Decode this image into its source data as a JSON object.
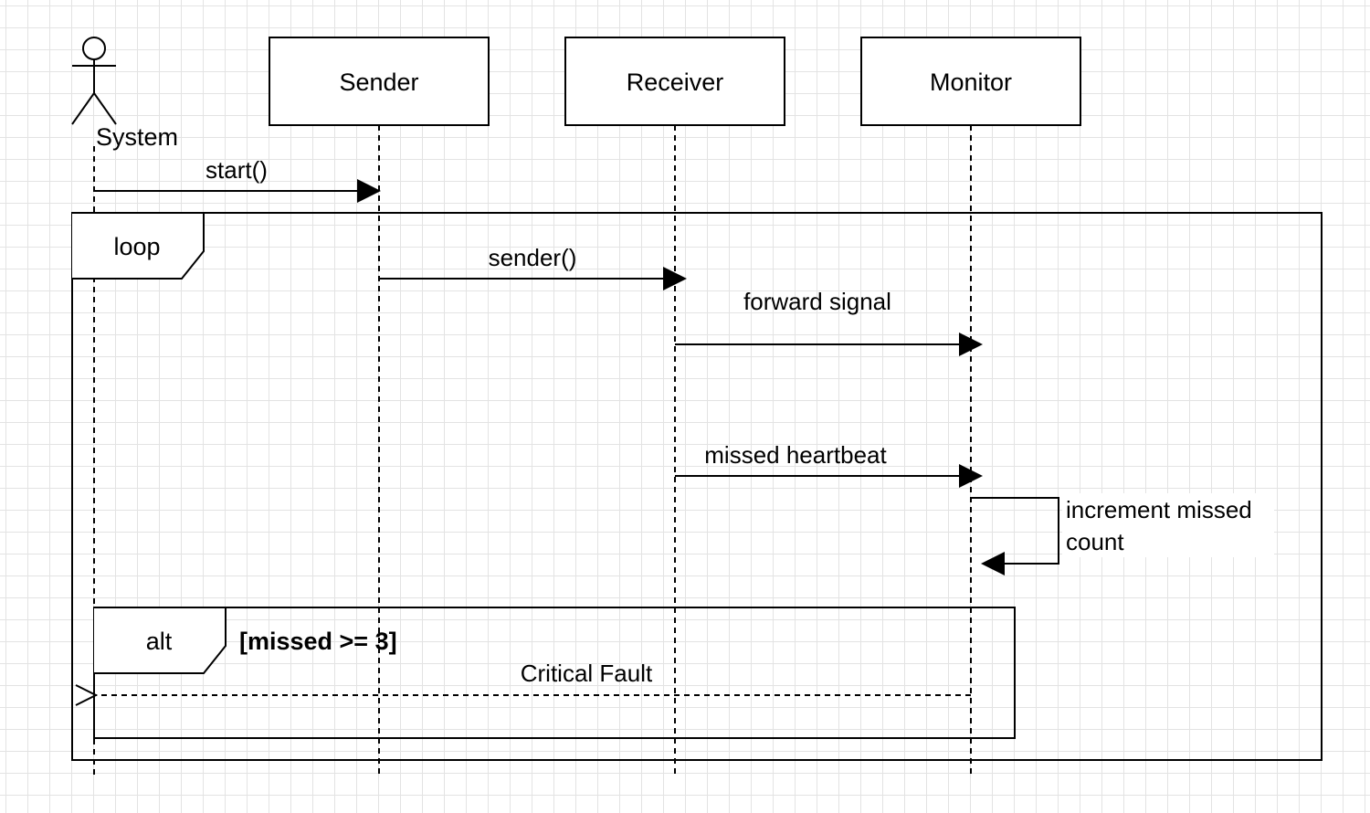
{
  "actor": {
    "label": "System"
  },
  "lifelines": {
    "sender": "Sender",
    "receiver": "Receiver",
    "monitor": "Monitor"
  },
  "fragments": {
    "loop": {
      "label": "loop"
    },
    "alt": {
      "label": "alt",
      "guard": "[missed >= 3]"
    }
  },
  "messages": {
    "start": "start()",
    "sender": "sender()",
    "forward": "forward signal",
    "missed": "missed heartbeat",
    "increment_line1": "increment missed",
    "increment_line2": "count",
    "critical": "Critical Fault"
  }
}
